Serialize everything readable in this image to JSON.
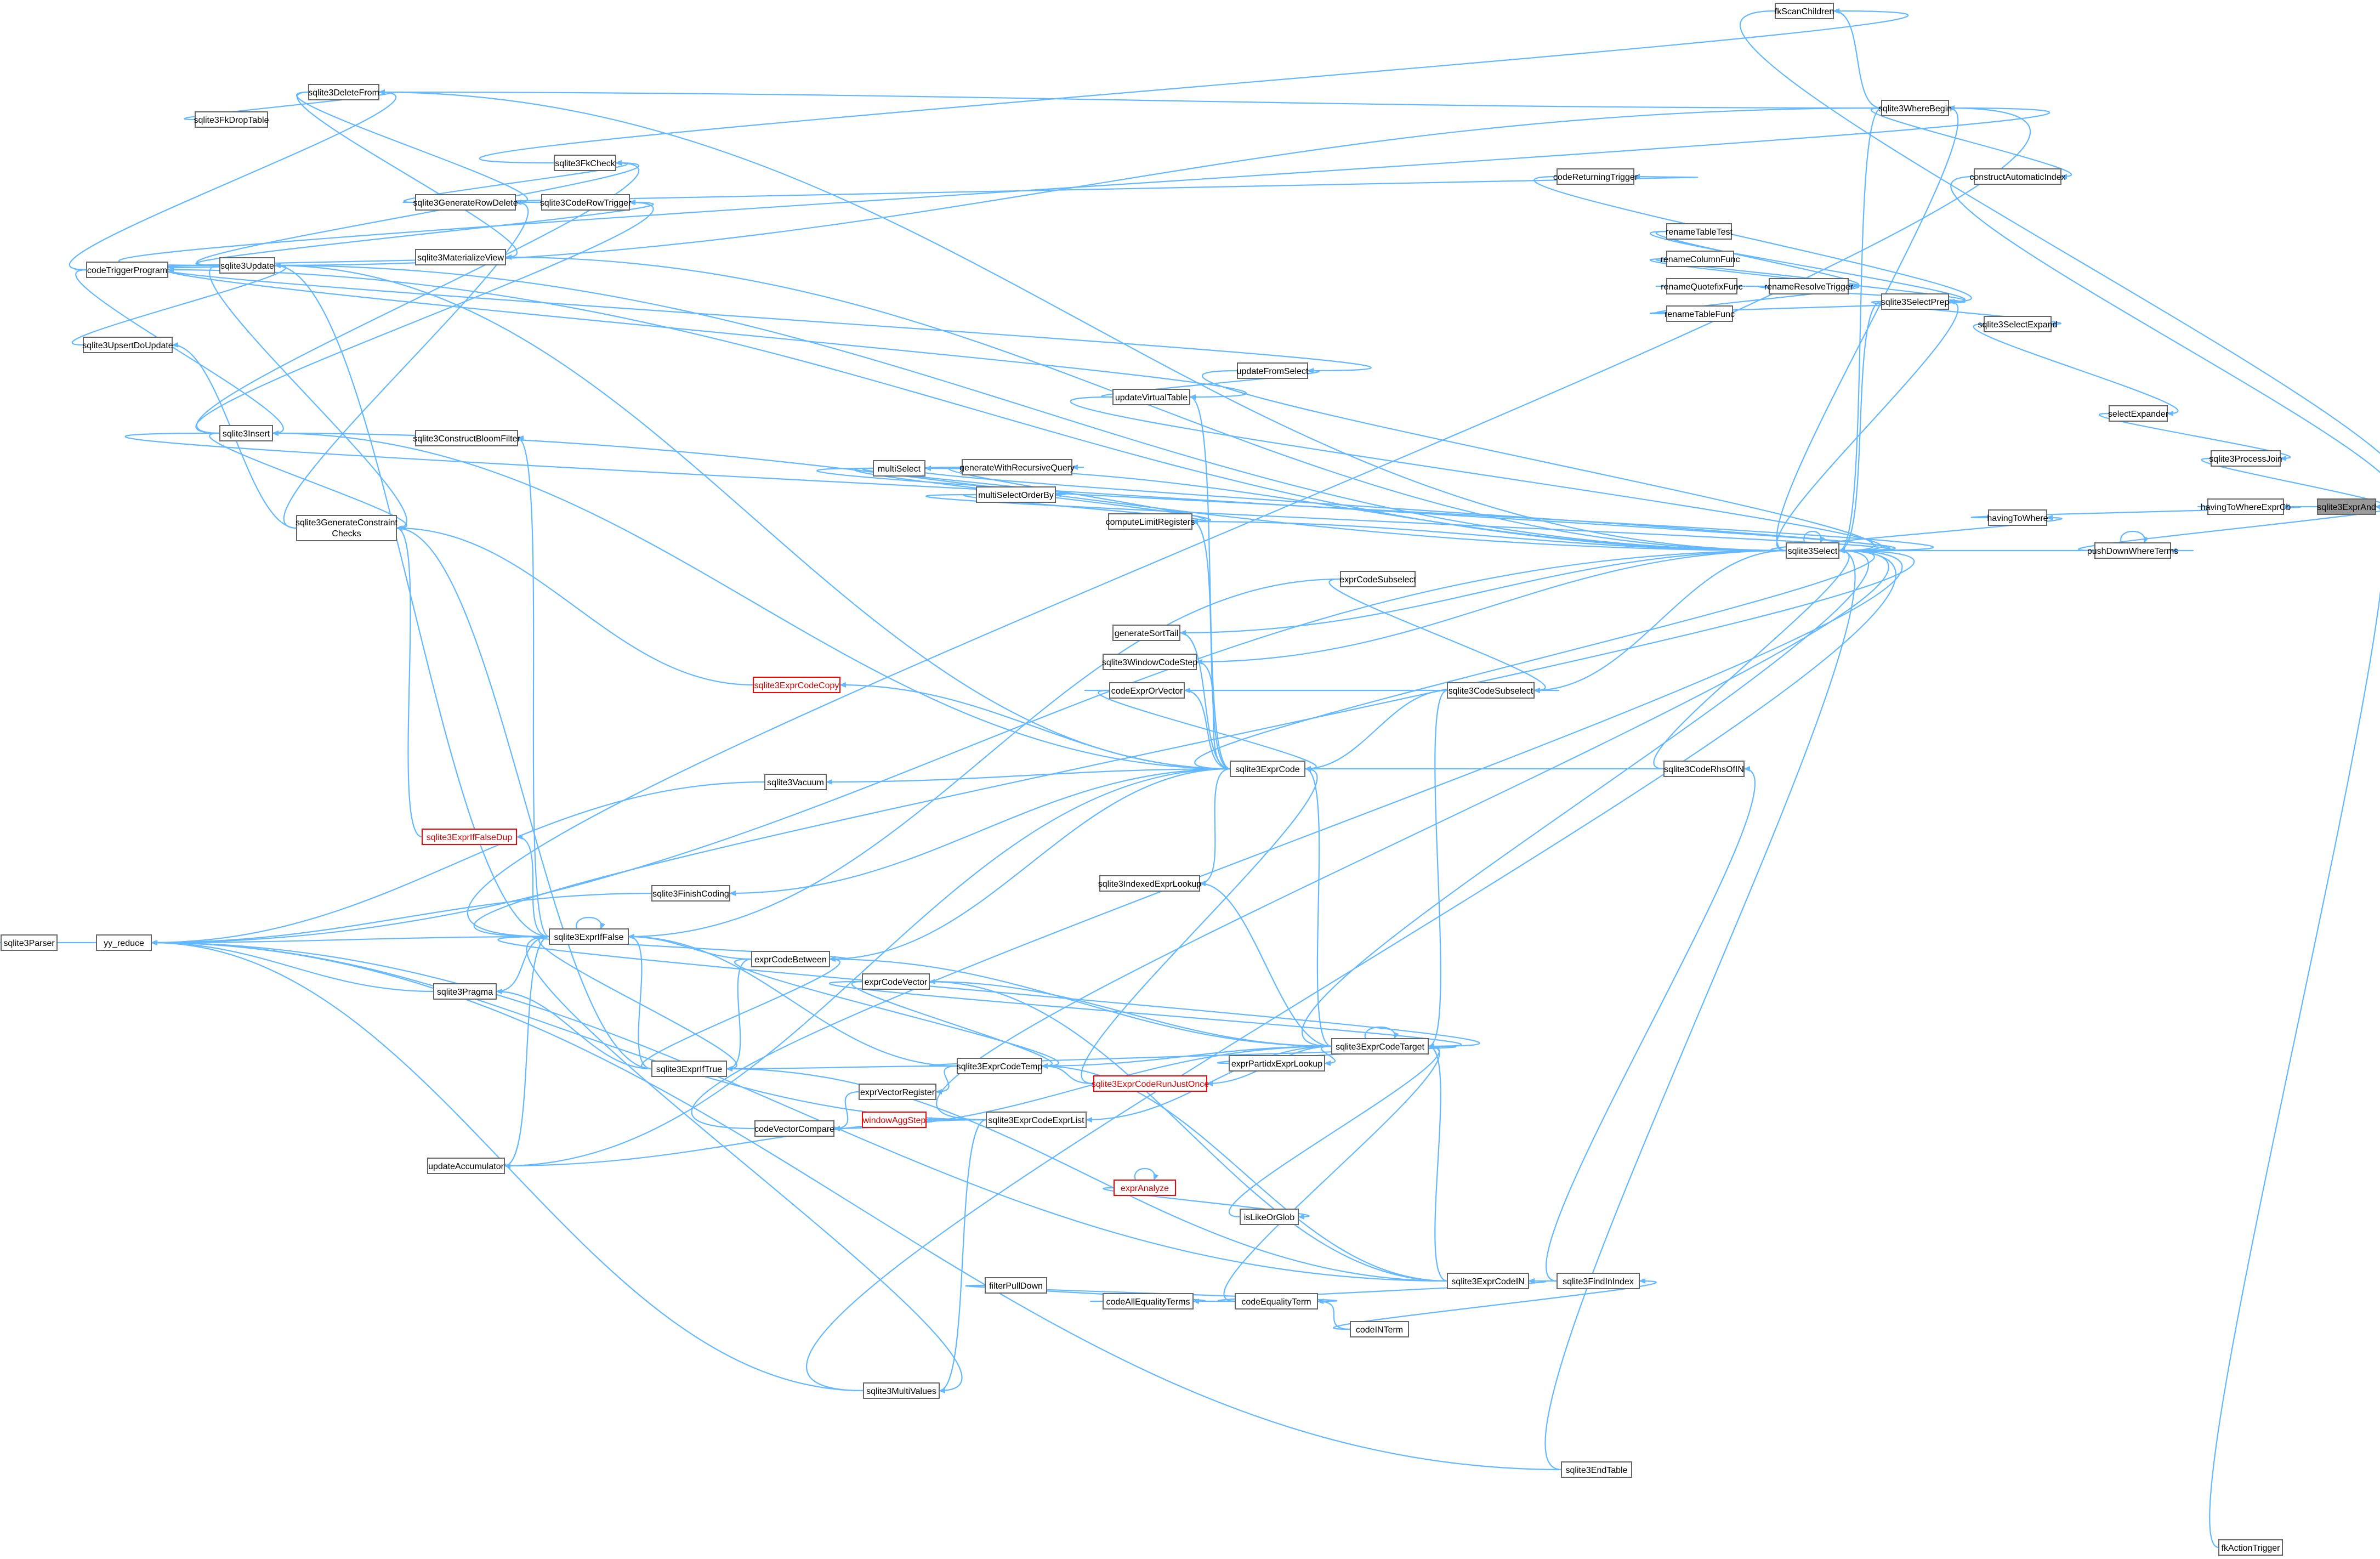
{
  "colors": {
    "edge": "#63b8ff",
    "node_border": "#666666",
    "highlight_fill": "#999999",
    "truncated_border": "#ff0000"
  },
  "nodes": [
    {
      "id": "sqlite3ExprAnd",
      "label": "sqlite3ExprAnd",
      "highlight": true
    },
    {
      "id": "fkScanChildren",
      "label": "fkScanChildren"
    },
    {
      "id": "sqlite3WhereBegin",
      "label": "sqlite3WhereBegin"
    },
    {
      "id": "constructAutomaticIndex",
      "label": "constructAutomaticIndex"
    },
    {
      "id": "sqlite3SelectPrep",
      "label": "sqlite3SelectPrep"
    },
    {
      "id": "sqlite3SelectExpand",
      "label": "sqlite3SelectExpand"
    },
    {
      "id": "selectExpander",
      "label": "selectExpander"
    },
    {
      "id": "sqlite3ProcessJoin",
      "label": "sqlite3ProcessJoin"
    },
    {
      "id": "havingToWhereExprCb",
      "label": "havingToWhereExprCb"
    },
    {
      "id": "havingToWhere",
      "label": "havingToWhere"
    },
    {
      "id": "pushDownWhereTerms",
      "label": "pushDownWhereTerms"
    },
    {
      "id": "sqlite3Select",
      "label": "sqlite3Select"
    },
    {
      "id": "fkActionTrigger",
      "label": "fkActionTrigger"
    },
    {
      "id": "codeReturningTrigger",
      "label": "codeReturningTrigger"
    },
    {
      "id": "renameTableTest",
      "label": "renameTableTest"
    },
    {
      "id": "renameColumnFunc",
      "label": "renameColumnFunc"
    },
    {
      "id": "renameQuotefixFunc",
      "label": "renameQuotefixFunc"
    },
    {
      "id": "renameTableFunc",
      "label": "renameTableFunc"
    },
    {
      "id": "renameResolveTrigger",
      "label": "renameResolveTrigger"
    },
    {
      "id": "sqlite3DeleteFrom",
      "label": "sqlite3DeleteFrom"
    },
    {
      "id": "sqlite3FkDropTable",
      "label": "sqlite3FkDropTable"
    },
    {
      "id": "sqlite3FkCheck",
      "label": "sqlite3FkCheck"
    },
    {
      "id": "sqlite3GenerateRowDelete",
      "label": "sqlite3GenerateRowDelete"
    },
    {
      "id": "sqlite3CodeRowTrigger",
      "label": "sqlite3CodeRowTrigger"
    },
    {
      "id": "sqlite3MaterializeView",
      "label": "sqlite3MaterializeView"
    },
    {
      "id": "codeTriggerProgram",
      "label": "codeTriggerProgram"
    },
    {
      "id": "sqlite3Update",
      "label": "sqlite3Update"
    },
    {
      "id": "sqlite3UpsertDoUpdate",
      "label": "sqlite3UpsertDoUpdate"
    },
    {
      "id": "sqlite3Insert",
      "label": "sqlite3Insert"
    },
    {
      "id": "sqlite3GenerateConstraintChecks",
      "label": "sqlite3GenerateConstraint",
      "label2": "Checks"
    },
    {
      "id": "sqlite3ConstructBloomFilter",
      "label": "sqlite3ConstructBloomFilter"
    },
    {
      "id": "updateFromSelect",
      "label": "updateFromSelect"
    },
    {
      "id": "updateVirtualTable",
      "label": "updateVirtualTable"
    },
    {
      "id": "multiSelect",
      "label": "multiSelect"
    },
    {
      "id": "generateWithRecursiveQuery",
      "label": "generateWithRecursiveQuery"
    },
    {
      "id": "multiSelectOrderBy",
      "label": "multiSelectOrderBy"
    },
    {
      "id": "computeLimitRegisters",
      "label": "computeLimitRegisters"
    },
    {
      "id": "exprCodeSubselect",
      "label": "exprCodeSubselect"
    },
    {
      "id": "generateSortTail",
      "label": "generateSortTail"
    },
    {
      "id": "sqlite3WindowCodeStep",
      "label": "sqlite3WindowCodeStep"
    },
    {
      "id": "codeExprOrVector",
      "label": "codeExprOrVector"
    },
    {
      "id": "sqlite3CodeSubselect",
      "label": "sqlite3CodeSubselect"
    },
    {
      "id": "sqlite3ExprCodeCopy",
      "label": "sqlite3ExprCodeCopy",
      "red": true
    },
    {
      "id": "sqlite3ExprCode",
      "label": "sqlite3ExprCode"
    },
    {
      "id": "sqlite3CodeRhsOfIN",
      "label": "sqlite3CodeRhsOfIN"
    },
    {
      "id": "sqlite3Vacuum",
      "label": "sqlite3Vacuum"
    },
    {
      "id": "sqlite3ExprIfFalseDup",
      "label": "sqlite3ExprIfFalseDup",
      "red": true
    },
    {
      "id": "sqlite3IndexedExprLookup",
      "label": "sqlite3IndexedExprLookup"
    },
    {
      "id": "sqlite3FinishCoding",
      "label": "sqlite3FinishCoding"
    },
    {
      "id": "sqlite3ExprIfFalse",
      "label": "sqlite3ExprIfFalse"
    },
    {
      "id": "sqlite3Parser",
      "label": "sqlite3Parser"
    },
    {
      "id": "yy_reduce",
      "label": "yy_reduce"
    },
    {
      "id": "exprCodeBetween",
      "label": "exprCodeBetween"
    },
    {
      "id": "exprCodeVector",
      "label": "exprCodeVector"
    },
    {
      "id": "sqlite3Pragma",
      "label": "sqlite3Pragma"
    },
    {
      "id": "sqlite3ExprCodeTarget",
      "label": "sqlite3ExprCodeTarget"
    },
    {
      "id": "exprPartidxExprLookup",
      "label": "exprPartidxExprLookup"
    },
    {
      "id": "sqlite3ExprCodeTemp",
      "label": "sqlite3ExprCodeTemp"
    },
    {
      "id": "sqlite3ExprIfTrue",
      "label": "sqlite3ExprIfTrue"
    },
    {
      "id": "sqlite3ExprCodeRunJustOnce",
      "label": "sqlite3ExprCodeRunJustOnce",
      "red": true
    },
    {
      "id": "codeVectorCompare",
      "label": "codeVectorCompare"
    },
    {
      "id": "exprVectorRegister",
      "label": "exprVectorRegister"
    },
    {
      "id": "windowAggStep",
      "label": "windowAggStep",
      "red": true
    },
    {
      "id": "sqlite3ExprCodeExprList",
      "label": "sqlite3ExprCodeExprList"
    },
    {
      "id": "updateAccumulator",
      "label": "updateAccumulator"
    },
    {
      "id": "exprAnalyze",
      "label": "exprAnalyze",
      "red": true
    },
    {
      "id": "isLikeOrGlob",
      "label": "isLikeOrGlob"
    },
    {
      "id": "sqlite3ExprCodeIN",
      "label": "sqlite3ExprCodeIN"
    },
    {
      "id": "sqlite3FindInIndex",
      "label": "sqlite3FindInIndex"
    },
    {
      "id": "filterPullDown",
      "label": "filterPullDown"
    },
    {
      "id": "codeAllEqualityTerms",
      "label": "codeAllEqualityTerms"
    },
    {
      "id": "codeEqualityTerm",
      "label": "codeEqualityTerm"
    },
    {
      "id": "codeINTerm",
      "label": "codeINTerm"
    },
    {
      "id": "sqlite3MultiValues",
      "label": "sqlite3MultiValues"
    },
    {
      "id": "sqlite3EndTable",
      "label": "sqlite3EndTable"
    }
  ],
  "edges": [
    [
      "fkScanChildren",
      "sqlite3ExprAnd"
    ],
    [
      "constructAutomaticIndex",
      "sqlite3ExprAnd"
    ],
    [
      "sqlite3ProcessJoin",
      "sqlite3ExprAnd"
    ],
    [
      "havingToWhereExprCb",
      "sqlite3ExprAnd"
    ],
    [
      "pushDownWhereTerms",
      "sqlite3ExprAnd"
    ],
    [
      "fkActionTrigger",
      "sqlite3ExprAnd"
    ],
    [
      "sqlite3WhereBegin",
      "constructAutomaticIndex"
    ],
    [
      "sqlite3SelectExpand",
      "selectExpander"
    ],
    [
      "selectExpander",
      "sqlite3ProcessJoin"
    ],
    [
      "sqlite3SelectPrep",
      "sqlite3SelectExpand"
    ],
    [
      "havingToWhere",
      "havingToWhereExprCb"
    ],
    [
      "sqlite3Select",
      "havingToWhere"
    ],
    [
      "sqlite3Select",
      "pushDownWhereTerms"
    ],
    [
      "pushDownWhereTerms",
      "pushDownWhereTerms"
    ],
    [
      "sqlite3Select",
      "sqlite3Select"
    ],
    [
      "sqlite3WhereBegin",
      "fkScanChildren"
    ],
    [
      "sqlite3Select",
      "sqlite3WhereBegin"
    ],
    [
      "sqlite3Select",
      "sqlite3SelectPrep"
    ],
    [
      "codeReturningTrigger",
      "sqlite3SelectPrep"
    ],
    [
      "renameResolveTrigger",
      "sqlite3SelectPrep"
    ],
    [
      "renameTableTest",
      "renameResolveTrigger"
    ],
    [
      "renameColumnFunc",
      "renameResolveTrigger"
    ],
    [
      "renameQuotefixFunc",
      "renameResolveTrigger"
    ],
    [
      "renameTableFunc",
      "renameResolveTrigger"
    ],
    [
      "renameTableTest",
      "sqlite3SelectPrep"
    ],
    [
      "renameColumnFunc",
      "sqlite3SelectPrep"
    ],
    [
      "renameTableFunc",
      "sqlite3SelectPrep"
    ],
    [
      "sqlite3CodeRowTrigger",
      "codeReturningTrigger"
    ],
    [
      "sqlite3FkDropTable",
      "sqlite3DeleteFrom"
    ],
    [
      "sqlite3FkCheck",
      "fkScanChildren"
    ],
    [
      "sqlite3GenerateRowDelete",
      "sqlite3FkCheck"
    ],
    [
      "sqlite3GenerateRowDelete",
      "sqlite3CodeRowTrigger"
    ],
    [
      "sqlite3DeleteFrom",
      "sqlite3GenerateRowDelete"
    ],
    [
      "sqlite3DeleteFrom",
      "sqlite3MaterializeView"
    ],
    [
      "codeTriggerProgram",
      "sqlite3DeleteFrom"
    ],
    [
      "codeTriggerProgram",
      "sqlite3Update"
    ],
    [
      "codeTriggerProgram",
      "sqlite3Insert"
    ],
    [
      "sqlite3Update",
      "sqlite3FkCheck"
    ],
    [
      "sqlite3Update",
      "sqlite3CodeRowTrigger"
    ],
    [
      "sqlite3Update",
      "sqlite3MaterializeView"
    ],
    [
      "sqlite3Update",
      "sqlite3WhereBegin"
    ],
    [
      "sqlite3Update",
      "updateFromSelect"
    ],
    [
      "sqlite3Update",
      "updateVirtualTable"
    ],
    [
      "sqlite3UpsertDoUpdate",
      "sqlite3Update"
    ],
    [
      "sqlite3Insert",
      "sqlite3FkCheck"
    ],
    [
      "sqlite3Insert",
      "sqlite3CodeRowTrigger"
    ],
    [
      "sqlite3Insert",
      "sqlite3Select"
    ],
    [
      "sqlite3GenerateConstraintChecks",
      "sqlite3UpsertDoUpdate"
    ],
    [
      "sqlite3GenerateConstraintChecks",
      "sqlite3GenerateRowDelete"
    ],
    [
      "sqlite3Insert",
      "sqlite3GenerateConstraintChecks"
    ],
    [
      "sqlite3Update",
      "sqlite3GenerateConstraintChecks"
    ],
    [
      "updateFromSelect",
      "sqlite3Select"
    ],
    [
      "updateVirtualTable",
      "sqlite3Select"
    ],
    [
      "updateVirtualTable",
      "updateFromSelect"
    ],
    [
      "multiSelect",
      "sqlite3Select"
    ],
    [
      "sqlite3Select",
      "multiSelect"
    ],
    [
      "generateWithRecursiveQuery",
      "sqlite3Select"
    ],
    [
      "multiSelect",
      "generateWithRecursiveQuery"
    ],
    [
      "multiSelectOrderBy",
      "sqlite3Select"
    ],
    [
      "multiSelect",
      "multiSelectOrderBy"
    ],
    [
      "sqlite3Select",
      "computeLimitRegisters"
    ],
    [
      "multiSelect",
      "computeLimitRegisters"
    ],
    [
      "generateWithRecursiveQuery",
      "computeLimitRegisters"
    ],
    [
      "multiSelectOrderBy",
      "computeLimitRegisters"
    ],
    [
      "exprCodeSubselect",
      "sqlite3CodeSubselect"
    ],
    [
      "sqlite3Select",
      "generateSortTail"
    ],
    [
      "sqlite3Select",
      "sqlite3WindowCodeStep"
    ],
    [
      "sqlite3Select",
      "sqlite3CodeSubselect"
    ],
    [
      "codeExprOrVector",
      "sqlite3CodeSubselect"
    ],
    [
      "sqlite3CodeSubselect",
      "sqlite3ExprCodeTarget"
    ],
    [
      "sqlite3ExprCode",
      "computeLimitRegisters"
    ],
    [
      "sqlite3ExprCode",
      "updateVirtualTable"
    ],
    [
      "sqlite3ExprCode",
      "generateSortTail"
    ],
    [
      "sqlite3ExprCode",
      "sqlite3WindowCodeStep"
    ],
    [
      "sqlite3ExprCode",
      "codeExprOrVector"
    ],
    [
      "sqlite3ExprCode",
      "sqlite3ExprCodeCopy"
    ],
    [
      "sqlite3ExprCode",
      "sqlite3Update"
    ],
    [
      "sqlite3ExprCode",
      "sqlite3Insert"
    ],
    [
      "sqlite3ExprCode",
      "sqlite3Vacuum"
    ],
    [
      "sqlite3ExprCode",
      "sqlite3FinishCoding"
    ],
    [
      "sqlite3ExprCode",
      "updateAccumulator"
    ],
    [
      "sqlite3ExprCode",
      "sqlite3IndexedExprLookup"
    ],
    [
      "sqlite3ExprCode",
      "sqlite3Select"
    ],
    [
      "sqlite3CodeRhsOfIN",
      "sqlite3ExprCode"
    ],
    [
      "sqlite3ExprCodeTarget",
      "sqlite3ExprCode"
    ],
    [
      "sqlite3ExprCodeCopy",
      "sqlite3GenerateConstraintChecks"
    ],
    [
      "sqlite3Vacuum",
      "yy_reduce"
    ],
    [
      "sqlite3FinishCoding",
      "yy_reduce"
    ],
    [
      "sqlite3ExprIfFalseDup",
      "sqlite3GenerateConstraintChecks"
    ],
    [
      "sqlite3ExprIfFalse",
      "sqlite3ExprIfFalseDup"
    ],
    [
      "sqlite3ExprIfFalse",
      "sqlite3Select"
    ],
    [
      "sqlite3ExprIfFalse",
      "sqlite3Update"
    ],
    [
      "sqlite3ExprIfFalse",
      "sqlite3WhereBegin"
    ],
    [
      "sqlite3ExprIfFalse",
      "sqlite3ConstructBloomFilter"
    ],
    [
      "sqlite3ExprIfFalse",
      "yy_reduce"
    ],
    [
      "sqlite3ExprIfFalse",
      "sqlite3Pragma"
    ],
    [
      "sqlite3ExprIfFalse",
      "updateAccumulator"
    ],
    [
      "sqlite3ExprIfFalse",
      "sqlite3ExprIfTrue"
    ],
    [
      "sqlite3ExprIfTrue",
      "sqlite3ExprIfFalse"
    ],
    [
      "sqlite3ExprIfFalse",
      "sqlite3ExprIfFalse"
    ],
    [
      "sqlite3ExprIfFalse",
      "exprCodeBetween"
    ],
    [
      "exprCodeBetween",
      "sqlite3ExprIfFalse"
    ],
    [
      "sqlite3ExprIfFalse",
      "sqlite3MultiValues"
    ],
    [
      "sqlite3Parser",
      "yy_reduce"
    ],
    [
      "sqlite3Pragma",
      "yy_reduce"
    ],
    [
      "sqlite3ExprIfTrue",
      "sqlite3Pragma"
    ],
    [
      "sqlite3ExprIfTrue",
      "sqlite3GenerateConstraintChecks"
    ],
    [
      "sqlite3ExprIfTrue",
      "exprCodeBetween"
    ],
    [
      "exprCodeBetween",
      "sqlite3ExprIfTrue"
    ],
    [
      "sqlite3ExprCodeTarget",
      "exprCodeBetween"
    ],
    [
      "sqlite3ExprCodeTarget",
      "exprCodeVector"
    ],
    [
      "exprCodeVector",
      "sqlite3ExprCodeTemp"
    ],
    [
      "exprCodeBetween",
      "sqlite3ExprCodeTemp"
    ],
    [
      "sqlite3ExprCodeTemp",
      "sqlite3ExprIfFalse"
    ],
    [
      "sqlite3ExprCodeTemp",
      "sqlite3ExprIfTrue"
    ],
    [
      "sqlite3ExprCodeTemp",
      "exprVectorRegister"
    ],
    [
      "sqlite3ExprCodeTarget",
      "sqlite3ExprCodeTemp"
    ],
    [
      "sqlite3ExprCodeTemp",
      "sqlite3ExprCodeTarget"
    ],
    [
      "exprPartidxExprLookup",
      "sqlite3ExprCodeTarget"
    ],
    [
      "sqlite3ExprCodeTarget",
      "exprPartidxExprLookup"
    ],
    [
      "sqlite3ExprCodeTarget",
      "sqlite3ExprCodeTarget"
    ],
    [
      "sqlite3ExprCodeTarget",
      "sqlite3ExprCodeRunJustOnce"
    ],
    [
      "sqlite3ExprCodeRunJustOnce",
      "sqlite3ExprCodeTemp"
    ],
    [
      "sqlite3ExprCodeRunJustOnce",
      "sqlite3ExprCode"
    ],
    [
      "sqlite3ExprCodeTarget",
      "sqlite3ExprCodeExprList"
    ],
    [
      "sqlite3ExprCodeExprList",
      "windowAggStep"
    ],
    [
      "sqlite3ExprCodeExprList",
      "updateAccumulator"
    ],
    [
      "sqlite3ExprCodeExprList",
      "sqlite3MultiValues"
    ],
    [
      "sqlite3ExprCodeExprList",
      "yy_reduce"
    ],
    [
      "sqlite3ExprCodeTarget",
      "codeVectorCompare"
    ],
    [
      "codeVectorCompare",
      "sqlite3Select"
    ],
    [
      "exprVectorRegister",
      "codeVectorCompare"
    ],
    [
      "sqlite3ExprCodeTarget",
      "sqlite3IndexedExprLookup"
    ],
    [
      "isLikeOrGlob",
      "sqlite3ExprCodeTarget"
    ],
    [
      "exprAnalyze",
      "isLikeOrGlob"
    ],
    [
      "exprAnalyze",
      "exprAnalyze"
    ],
    [
      "sqlite3ExprCodeIN",
      "sqlite3ExprCodeTarget"
    ],
    [
      "sqlite3ExprCodeIN",
      "exprCodeVector"
    ],
    [
      "sqlite3ExprCodeIN",
      "sqlite3ExprCodeTemp"
    ],
    [
      "sqlite3FindInIndex",
      "sqlite3ExprCodeIN"
    ],
    [
      "sqlite3FindInIndex",
      "sqlite3CodeRhsOfIN"
    ],
    [
      "codeEqualityTerm",
      "sqlite3ExprCodeTarget"
    ],
    [
      "codeEqualityTerm",
      "sqlite3ExprCodeIN"
    ],
    [
      "codeAllEqualityTerms",
      "codeEqualityTerm"
    ],
    [
      "filterPullDown",
      "codeAllEqualityTerms"
    ],
    [
      "filterPullDown",
      "codeEqualityTerm"
    ],
    [
      "codeINTerm",
      "codeEqualityTerm"
    ],
    [
      "codeINTerm",
      "sqlite3FindInIndex"
    ],
    [
      "sqlite3ExprCodeIN",
      "sqlite3ExprIfTrue"
    ],
    [
      "sqlite3ExprCodeIN",
      "yy_reduce"
    ],
    [
      "sqlite3MultiValues",
      "sqlite3Select"
    ],
    [
      "sqlite3MultiValues",
      "yy_reduce"
    ],
    [
      "sqlite3EndTable",
      "sqlite3Select"
    ],
    [
      "sqlite3EndTable",
      "yy_reduce"
    ],
    [
      "sqlite3CodeRhsOfIN",
      "sqlite3Select"
    ],
    [
      "sqlite3ExprCodeTarget",
      "sqlite3Select"
    ],
    [
      "exprCodeSubselect",
      "sqlite3ExprIfFalse"
    ],
    [
      "sqlite3Select",
      "codeTriggerProgram"
    ],
    [
      "sqlite3Select",
      "sqlite3DeleteFrom"
    ],
    [
      "sqlite3Select",
      "yy_reduce"
    ],
    [
      "sqlite3Select",
      "sqlite3MaterializeView"
    ],
    [
      "sqlite3Select",
      "sqlite3Insert"
    ],
    [
      "sqlite3Select",
      "sqlite3Update"
    ],
    [
      "sqlite3WhereBegin",
      "sqlite3Update"
    ],
    [
      "sqlite3WhereBegin",
      "sqlite3DeleteFrom"
    ],
    [
      "sqlite3WhereBegin",
      "sqlite3Select"
    ],
    [
      "sqlite3SelectPrep",
      "sqlite3Select"
    ],
    [
      "sqlite3ExprIfFalse",
      "sqlite3ExprCodeTarget"
    ],
    [
      "sqlite3ExprCodeExprList",
      "sqlite3Select"
    ],
    [
      "codeExprOrVector",
      "sqlite3ExprCode"
    ],
    [
      "sqlite3CodeSubselect",
      "sqlite3ExprCode"
    ],
    [
      "exprCodeVector",
      "sqlite3ExprCodeTarget"
    ],
    [
      "sqlite3ExprCode",
      "exprCodeBetween"
    ]
  ]
}
